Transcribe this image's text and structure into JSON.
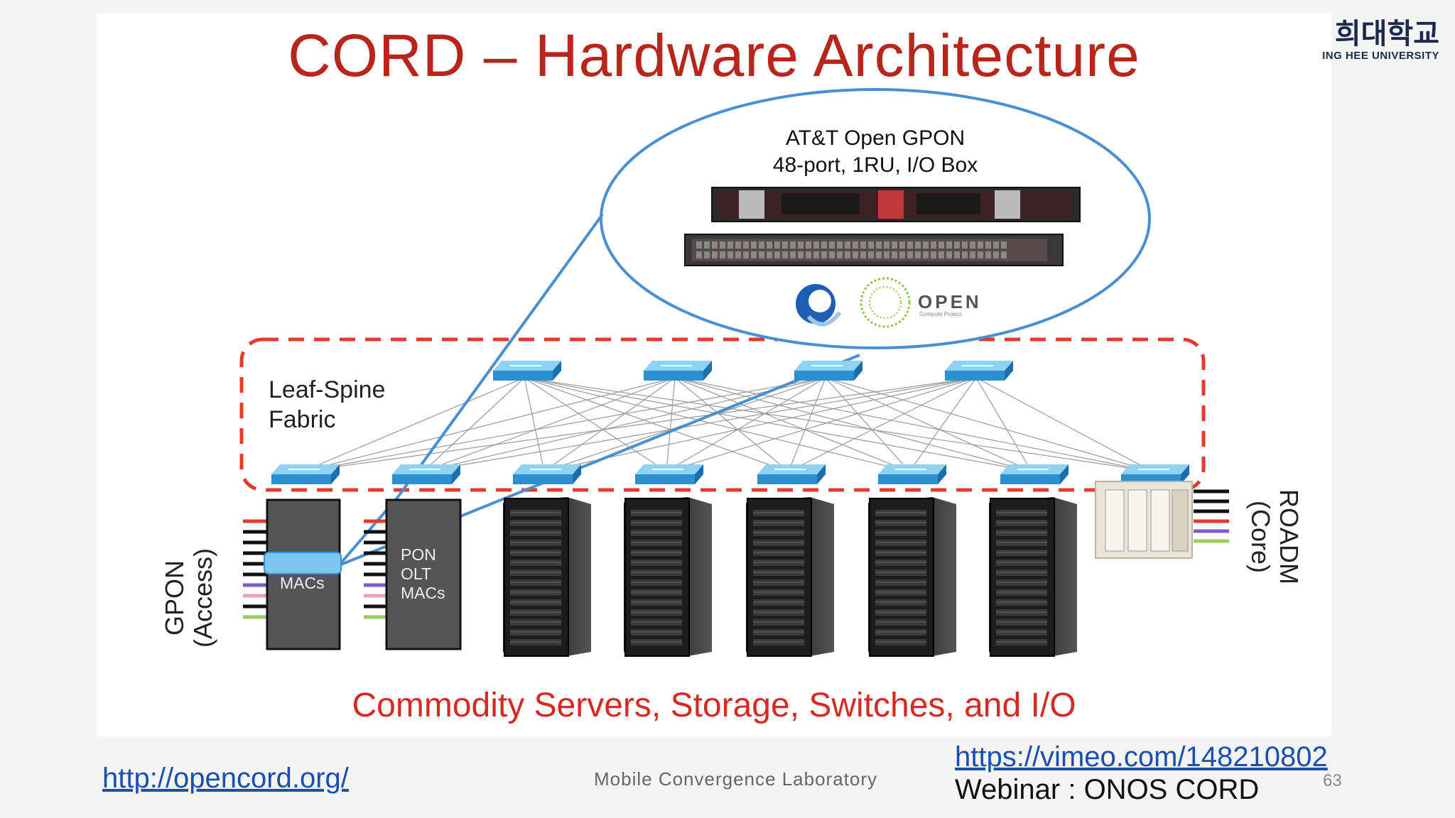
{
  "slide": {
    "title": "CORD – Hardware Architecture",
    "logo_kr": "희대학교",
    "logo_en": "ING HEE UNIVERSITY",
    "callout": {
      "line1": "AT&T Open GPON",
      "line2": "48-port, 1RU, I/O Box",
      "open_logo": "OPEN",
      "open_sub": "Compute Project"
    },
    "fabric_label_1": "Leaf-Spine",
    "fabric_label_2": "Fabric",
    "pon_line1": "PON",
    "pon_line2": "OLT",
    "pon_line3": "MACs",
    "gpon_line1": "GPON",
    "gpon_line2": "(Access)",
    "roadm_line1": "ROADM",
    "roadm_line2": "(Core)",
    "bottom_caption": "Commodity Servers, Storage, Switches, and I/O"
  },
  "footer": {
    "link_left": "http://opencord.org/",
    "lab": "Mobile Convergence Laboratory",
    "link_right": "https://vimeo.com/148210802",
    "webinar": "Webinar : ONOS CORD",
    "page": "63"
  },
  "colors": {
    "title": "#b8251a",
    "switch": "#3aa6e0",
    "dashed_box": "#e23b2e",
    "callout_line": "#4a8fd0",
    "rack": "#2a2a2a"
  }
}
